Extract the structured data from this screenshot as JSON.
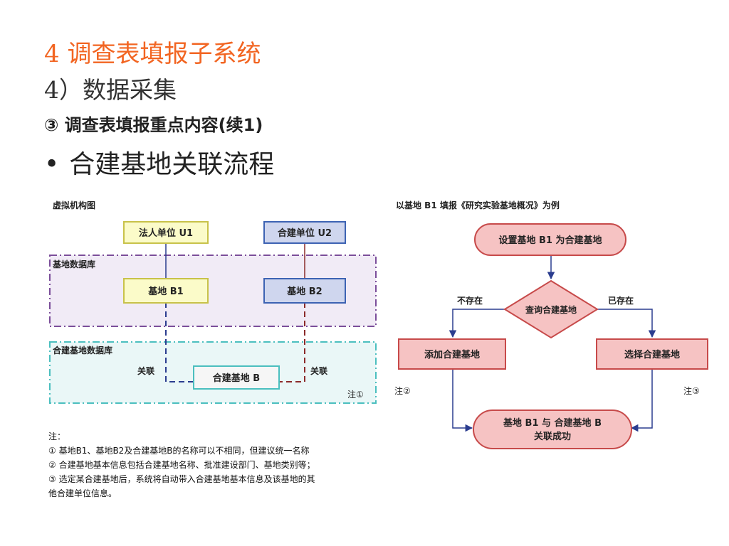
{
  "slide": {
    "title": "4  调查表填报子系统",
    "subtitle": "4）数据采集",
    "section": "③ 调查表填报重点内容(续1)",
    "bullet": "•",
    "topic": "合建基地关联流程"
  },
  "left_diagram": {
    "caption": "虚拟机构图",
    "nodes": {
      "u1": "法人单位 U1",
      "u2": "合建单位 U2",
      "b1": "基地 B1",
      "b2": "基地 B2",
      "b": "合建基地 B"
    },
    "regions": {
      "base_db": "基地数据库",
      "coop_db": "合建基地数据库"
    },
    "link_left": "关联",
    "link_right": "关联",
    "note_marker": "注①",
    "colors": {
      "yellow_fill": "#fbfbc9",
      "yellow_border": "#c8c24a",
      "blue_fill": "#cfd6ee",
      "blue_border": "#3d63b3",
      "db1_border": "#7b4e9a",
      "db1_fill": "#f1ebf6",
      "db2_border": "#4bbfbf",
      "db2_fill": "#eaf7f7",
      "left_line": "#2b3d8f",
      "right_line": "#8b2a2a"
    }
  },
  "flowchart": {
    "caption": "以基地 B1 填报《研究实验基地概况》为例",
    "start": "设置基地 B1 为合建基地",
    "decision": "查询合建基地",
    "branch_no": "不存在",
    "branch_yes": "已存在",
    "left_box": "添加合建基地",
    "right_box": "选择合建基地",
    "note_left": "注②",
    "note_right": "注③",
    "end_line1": "基地 B1 与 合建基地 B",
    "end_line2": "关联成功",
    "colors": {
      "fill": "#f6c3c3",
      "border": "#c74a4a",
      "arrow": "#2b3d8f"
    }
  },
  "notes": {
    "heading": "注：",
    "lines": [
      "① 基地B1、基地B2及合建基地B的名称可以不相同，但建议统一名称",
      "② 合建基地基本信息包括合建基地名称、批准建设部门、基地类别等；",
      "③ 选定某合建基地后，系统将自动带入合建基地基本信息及该基地的其",
      "他合建单位信息。"
    ]
  }
}
